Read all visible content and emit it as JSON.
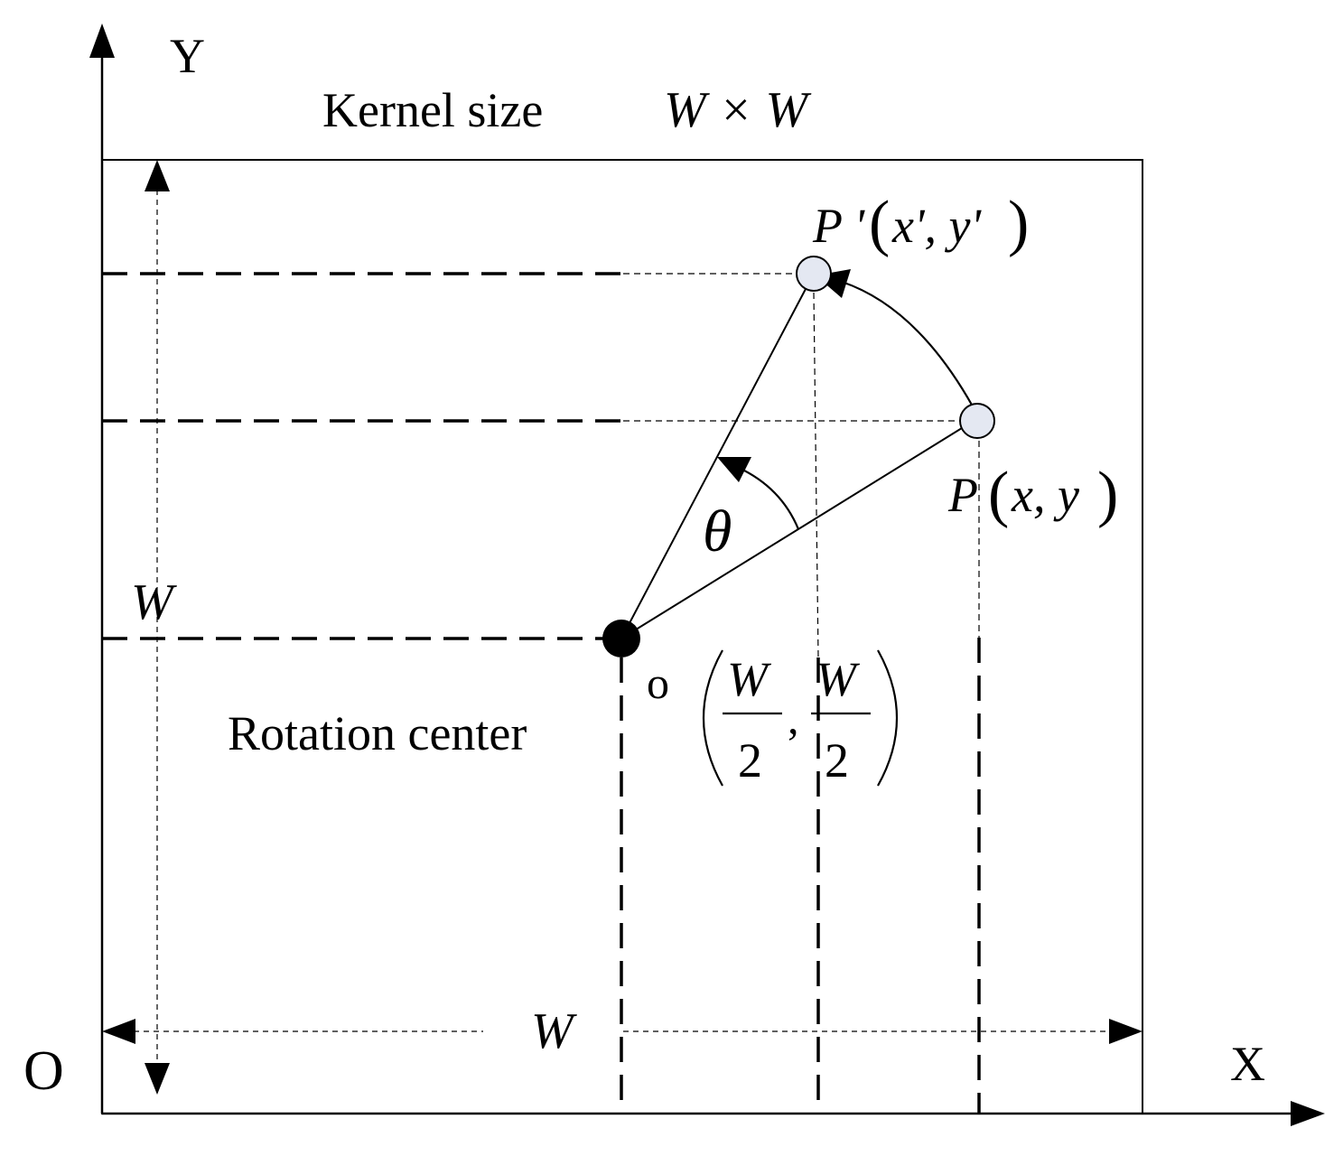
{
  "labels": {
    "y_axis": "Y",
    "x_axis": "X",
    "origin": "O",
    "kernel_size_text": "Kernel size",
    "kernel_size_formula": "W × W",
    "width_vertical": "W",
    "width_horizontal": "W",
    "theta": "θ",
    "point_p": "P",
    "point_p_coords": "x, y",
    "point_p_prime": "P '",
    "point_p_prime_coords": "x', y'",
    "center_label": "o",
    "rotation_center": "Rotation center",
    "frac_numerator_1": "W",
    "frac_denominator_1": "2",
    "frac_numerator_2": "W",
    "frac_denominator_2": "2",
    "frac_comma": ","
  },
  "colors": {
    "stroke": "#000000",
    "point_fill": "#e4e8f2",
    "center_fill": "#000000",
    "background": "#ffffff"
  }
}
